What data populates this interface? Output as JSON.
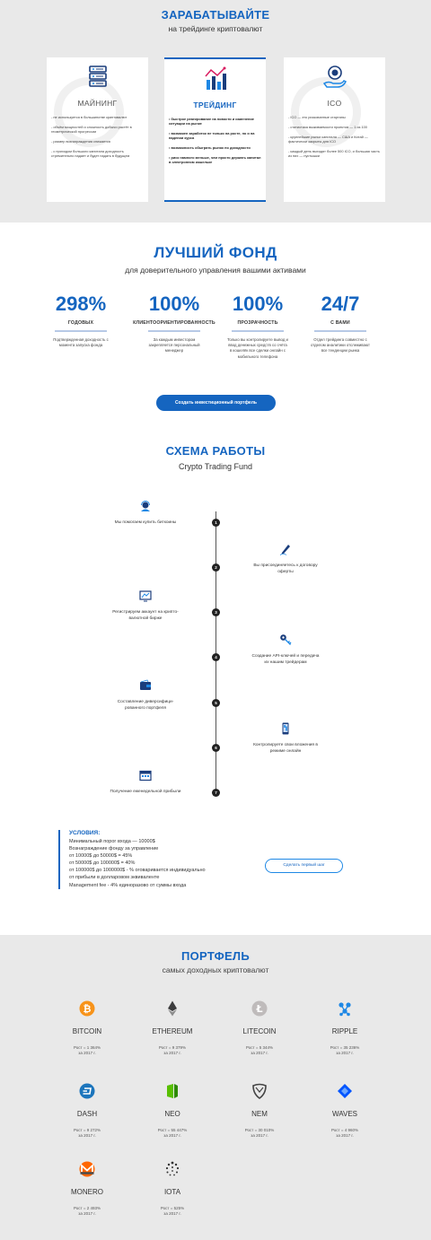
{
  "earn": {
    "title": "ЗАРАБАТЫВАЙТЕ",
    "subtitle": "на трейдинге криптовалют",
    "cards": [
      {
        "title": "МАЙНИНГ",
        "icon": "server-rack-icon",
        "points": [
          "- не используется в большинстве криптовалют",
          "- объём мощностей и сложность добычи растёт в геометрической прогрессии",
          "- размер вознаграждения снижается",
          "- с приходом большого капитала доходность стремительно падает и будет падать в будущем"
        ]
      },
      {
        "title": "ТРЕЙДИНГ",
        "icon": "chart-bars-icon",
        "points": [
          "• быстрое реагирование на новости и изменение ситуации на рынке",
          "• возможен заработок не только на росте, но и на падении курса",
          "• возможность обыграть рынок по доходности",
          "• риск намного меньше, чем просто держать капитал в электронном кошельке"
        ]
      },
      {
        "title": "ICO",
        "icon": "hand-coin-icon",
        "points": [
          "- ICO — это рискованные стартапы",
          "- статистика выживаемости проектов — 1 из 100",
          "- крупнейшие рынки капитала — США и Китай — фактически закрыты для ICO",
          "- каждый день выходят более 500 ICO, и большая часть из них — пустышки"
        ]
      }
    ]
  },
  "fund": {
    "title": "ЛУЧШИЙ ФОНД",
    "subtitle": "для доверительного управления вашими активами",
    "stats": [
      {
        "value": "298%",
        "label": "ГОДОВЫХ",
        "desc": "Подтвержденная доходность с момента запуска фонда"
      },
      {
        "value": "100%",
        "label": "КЛИЕНТООРИЕНТИРОВАННОСТЬ",
        "desc": "За каждым инвестором закрепляется персональный менеджер"
      },
      {
        "value": "100%",
        "label": "ПРОЗРАЧНОСТЬ",
        "desc": "Только вы контролируете вывод и ввод денежных средств со счёта в кошелёк все сделки онлайн с мобильного телефона"
      },
      {
        "value": "24/7",
        "label": "С ВАМИ",
        "desc": "Отдел трейдинга совместно с отделом аналитики отслеживают все тенденции рынка"
      }
    ],
    "button": "Создать инвестиционный портфель"
  },
  "scheme": {
    "title": "СХЕМА РАБОТЫ",
    "subtitle": "Crypto Trading Fund",
    "steps": [
      {
        "num": "1",
        "text": "Мы помогаем купить биткоины",
        "icon": "support-agent-icon"
      },
      {
        "num": "2",
        "text": "Вы присоединяетесь к договору оферты",
        "icon": "pen-signature-icon"
      },
      {
        "num": "3",
        "text": "Регистрируем аккаунт на крипто-валютной бирже",
        "icon": "chart-monitor-icon"
      },
      {
        "num": "4",
        "text": "Создание API-ключей и передача их нашим трейдерам",
        "icon": "key-icon"
      },
      {
        "num": "5",
        "text": "Составление диверсифици-рованного портфеля",
        "icon": "wallet-icon"
      },
      {
        "num": "6",
        "text": "Контролируете свои вложения в режиме онлайн",
        "icon": "mobile-phone-icon"
      },
      {
        "num": "7",
        "text": "Получение еженедельной прибыли",
        "icon": "calendar-icon"
      }
    ],
    "conditions": {
      "title": "УСЛОВИЯ:",
      "lines": [
        "Минимальный порог входа — 10000$",
        "Вознаграждение фонду за управление",
        "от 10000$ до 50000$ = 45%",
        "от 50000$ до 100000$ = 40%",
        "от 100000$ до 1000000$ - % оговаривается индивидуально",
        "от прибыли в долларовом эквиваленте",
        "Management fee - 4% единоразово от суммы входа"
      ]
    },
    "cta": "Сделать первый шаг"
  },
  "portfolio": {
    "title": "ПОРТФЕЛЬ",
    "subtitle": "самых доходных криптовалют",
    "coins": [
      {
        "name": "BITCOIN",
        "growth": "Рост = 1 364%",
        "year": "за 2017 г.",
        "icon": "bitcoin-icon",
        "color": "#f7931a"
      },
      {
        "name": "ETHEREUM",
        "growth": "Рост = 9 379%",
        "year": "за 2017 г.",
        "icon": "ethereum-icon",
        "color": "#3c3c3d"
      },
      {
        "name": "LITECOIN",
        "growth": "Рост = 5 344%",
        "year": "за 2017 г.",
        "icon": "litecoin-icon",
        "color": "#bfbbbb"
      },
      {
        "name": "RIPPLE",
        "growth": "Рост = 35 236%",
        "year": "за 2017 г.",
        "icon": "ripple-icon",
        "color": "#1e88e5"
      },
      {
        "name": "DASH",
        "growth": "Рост = 9 272%",
        "year": "за 2017 г.",
        "icon": "dash-icon",
        "color": "#1c75bc"
      },
      {
        "name": "NEO",
        "growth": "Рост = 55 447%",
        "year": "за 2017 г.",
        "icon": "neo-icon",
        "color": "#58bf00"
      },
      {
        "name": "NEM",
        "growth": "Рост = 30 010%",
        "year": "за 2017 г.",
        "icon": "nem-icon",
        "color": "#444444"
      },
      {
        "name": "WAVES",
        "growth": "Рост = 4 960%",
        "year": "за 2017 г.",
        "icon": "waves-icon",
        "color": "#0055ff"
      },
      {
        "name": "MONERO",
        "growth": "Рост = 2 493%",
        "year": "за 2017 г.",
        "icon": "monero-icon",
        "color": "#ff6600"
      },
      {
        "name": "IOTA",
        "growth": "Рост = 525%",
        "year": "за 2017 г.",
        "icon": "iota-icon",
        "color": "#333333"
      }
    ]
  }
}
